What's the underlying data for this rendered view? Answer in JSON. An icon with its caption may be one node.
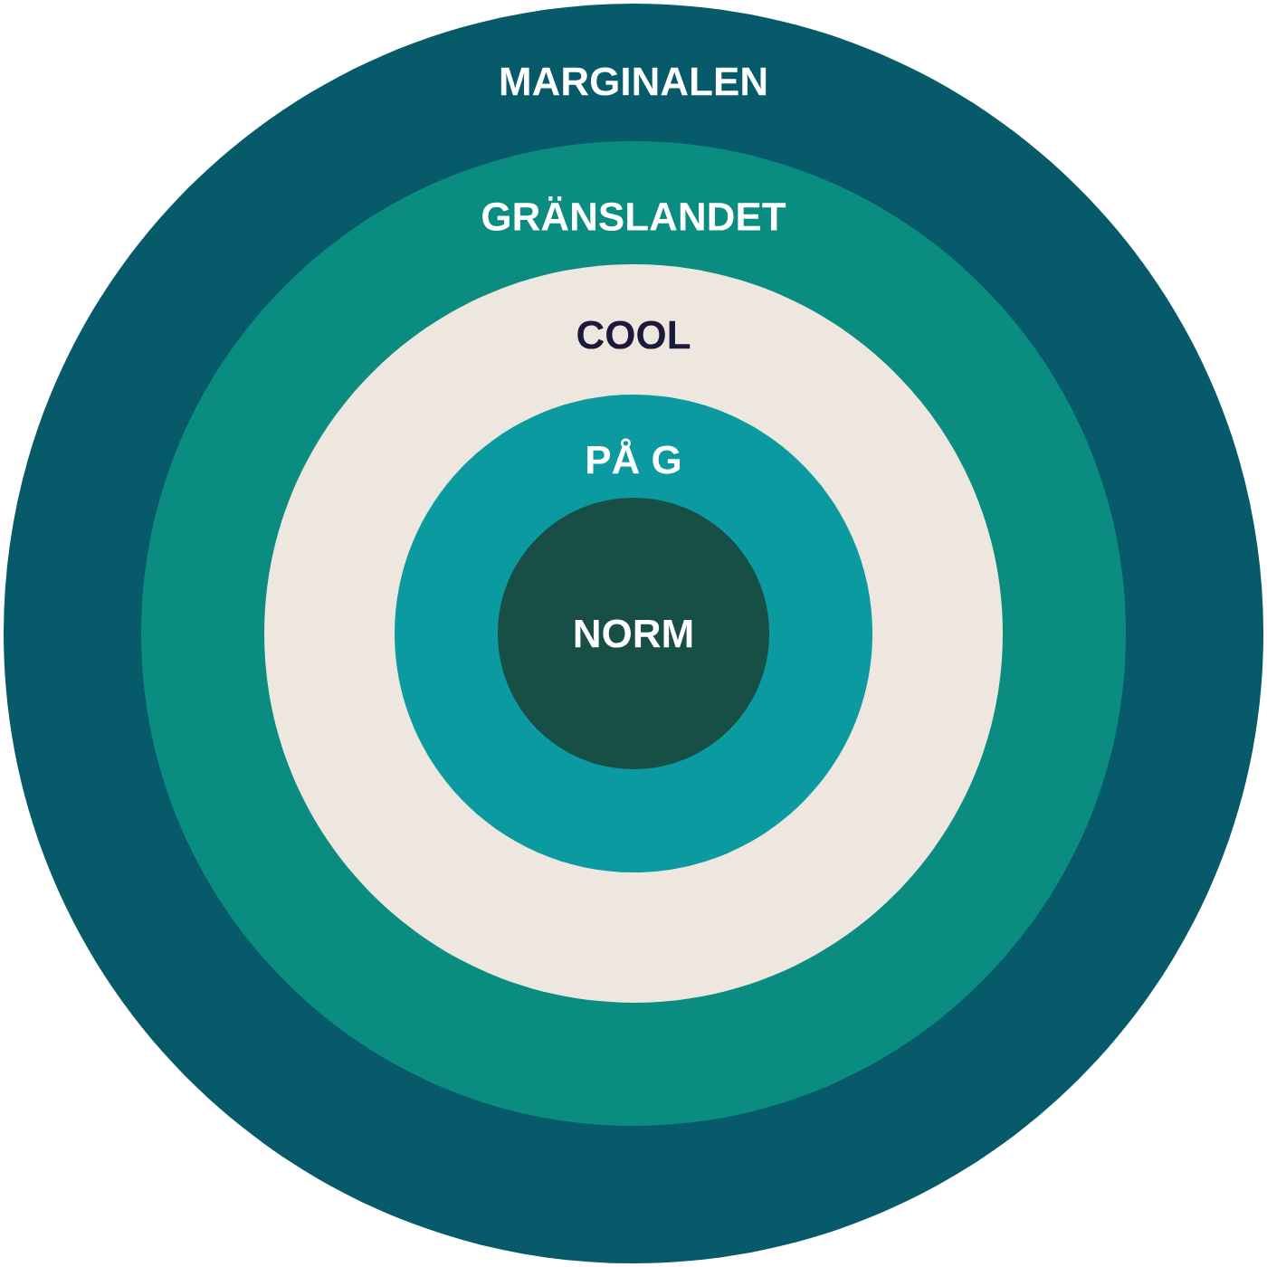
{
  "diagram": {
    "nodes": [
      {
        "text": [
          "MARGINALEN"
        ]
      },
      {
        "text": [
          "GRÄNSLANDET"
        ],
        "in": 0
      },
      {
        "text": [
          "COOL"
        ],
        "in": 1
      },
      {
        "text": [
          "PÅ G"
        ],
        "in": 2
      },
      {
        "text": [
          "NORM"
        ],
        "in": 3
      }
    ]
  }
}
